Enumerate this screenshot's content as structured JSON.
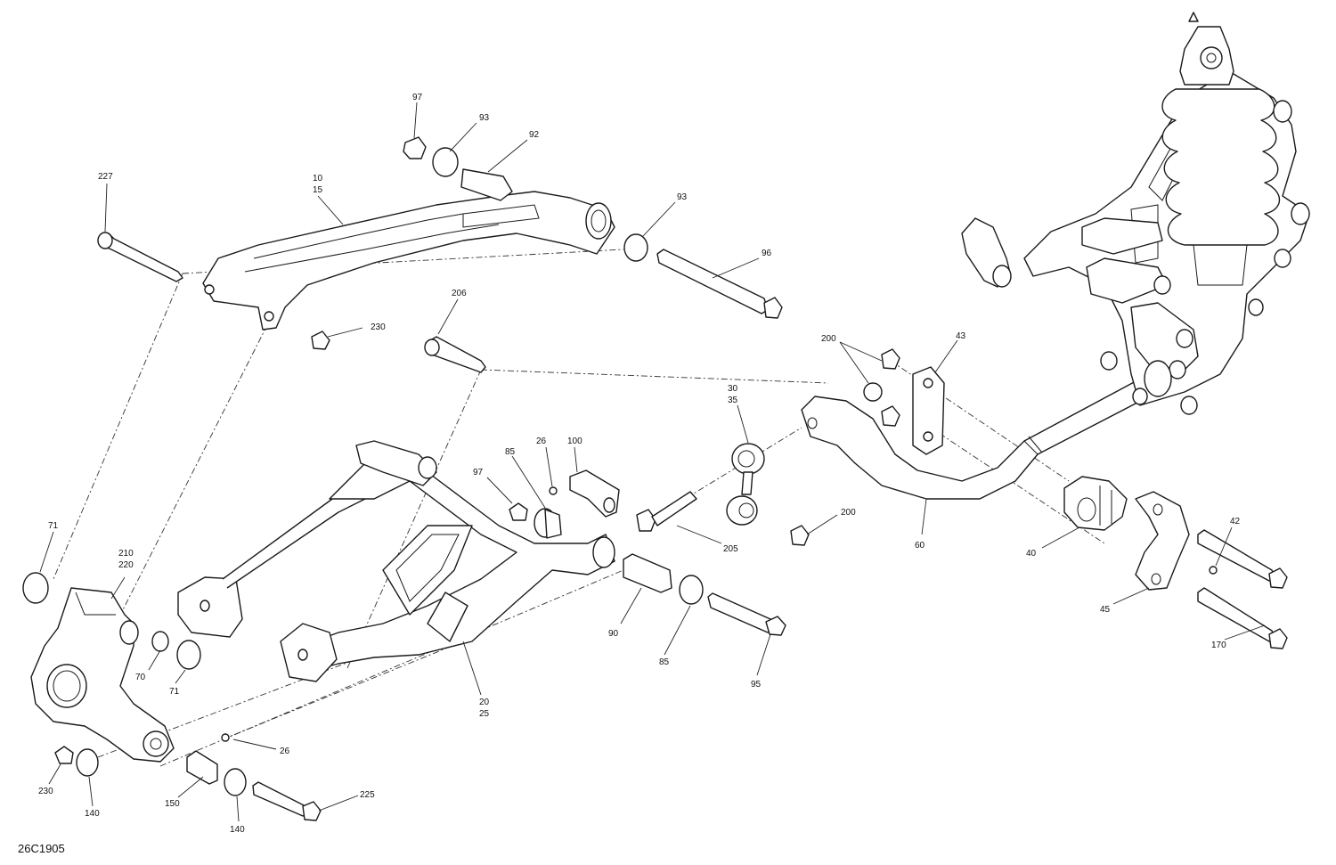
{
  "diagram_code": "26C1905",
  "callouts": {
    "c97a": "97",
    "c93a": "93",
    "c92": "92",
    "c227": "227",
    "c10": "10",
    "c15": "15",
    "c93b": "93",
    "c96": "96",
    "c230a": "230",
    "c206": "206",
    "c200a": "200",
    "c43": "43",
    "c30": "30",
    "c35": "35",
    "c26a": "26",
    "c100": "100",
    "c85a": "85",
    "c97b": "97",
    "c200b": "200",
    "c205": "205",
    "c60": "60",
    "c40": "40",
    "c42": "42",
    "c45": "45",
    "c170": "170",
    "c71a": "71",
    "c210": "210",
    "c220": "220",
    "c70": "70",
    "c71b": "71",
    "c90": "90",
    "c85b": "85",
    "c95": "95",
    "c20": "20",
    "c25": "25",
    "c26b": "26",
    "c230b": "230",
    "c140a": "140",
    "c150": "150",
    "c140b": "140",
    "c225": "225"
  }
}
